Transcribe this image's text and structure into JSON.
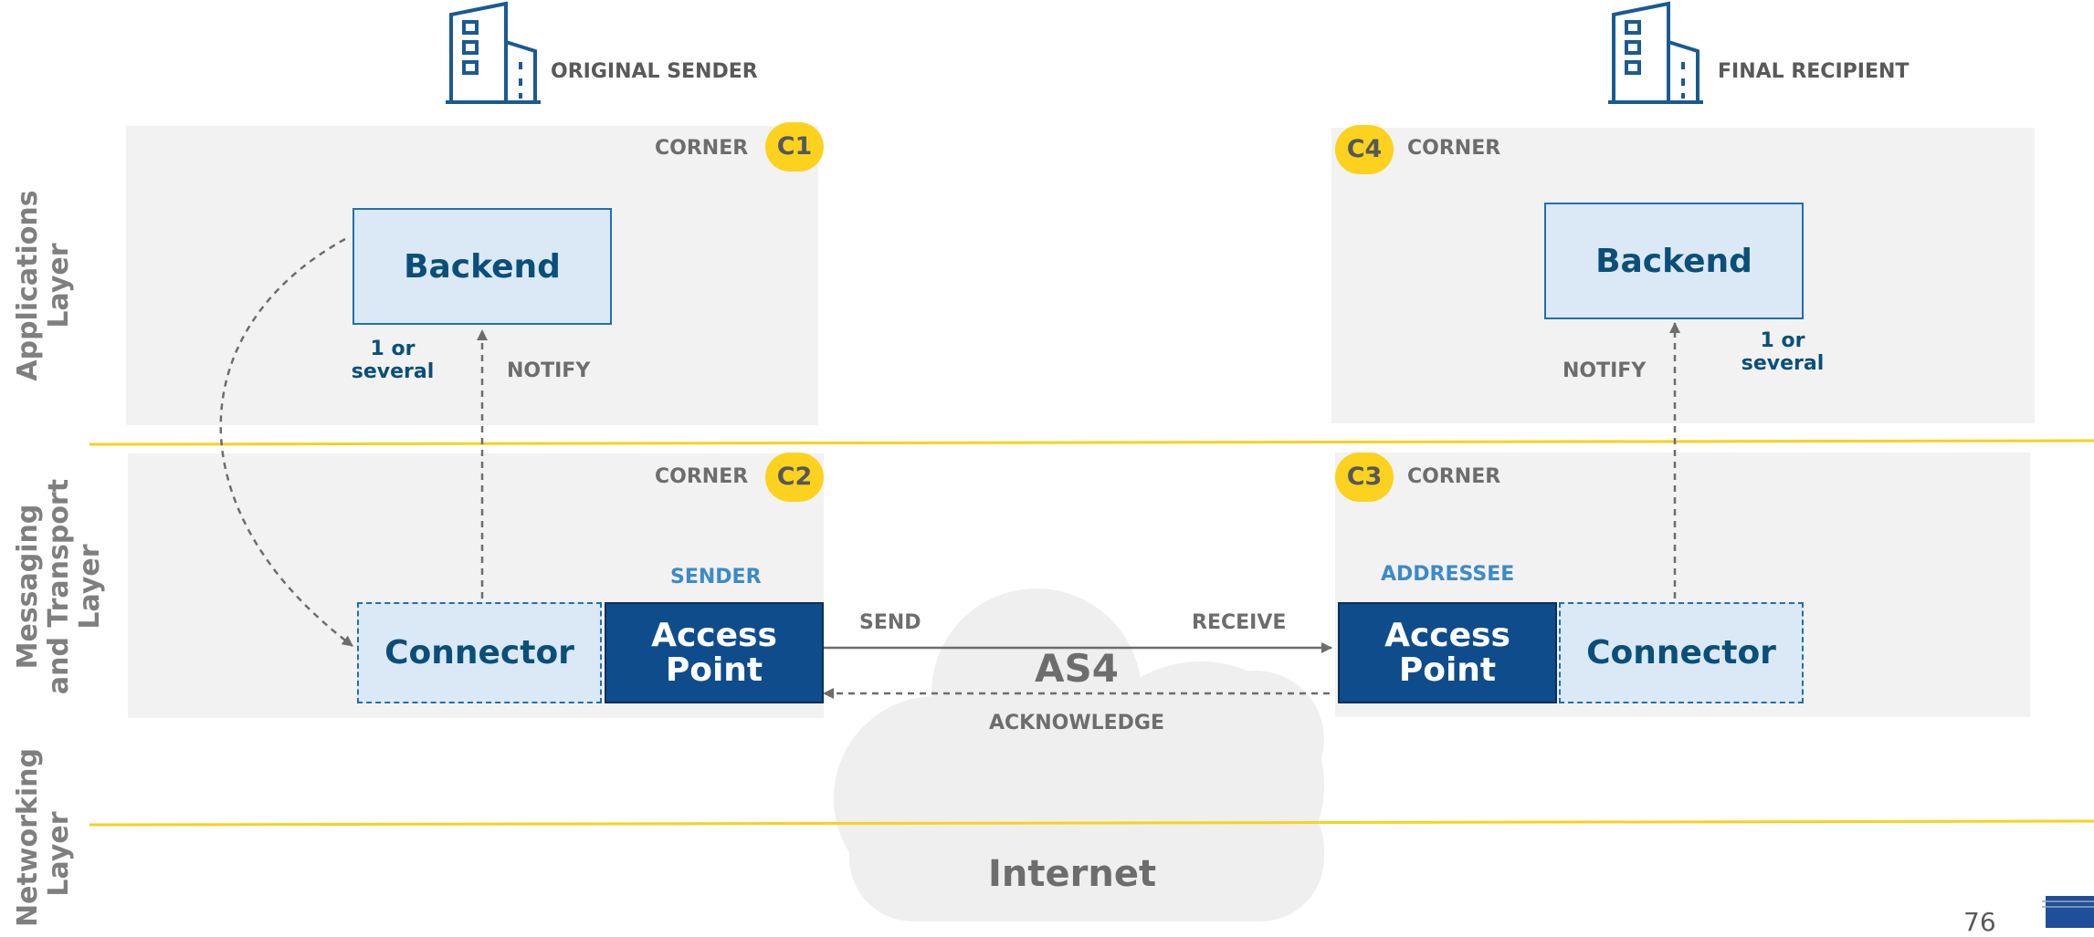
{
  "layers": {
    "applications": "Applications Layer",
    "messaging": "Messaging and Transport Layer",
    "networking": "Networking Layer"
  },
  "sender_side": {
    "building_label": "ORIGINAL SENDER",
    "corner_label_1": "CORNER",
    "badge_1": "C1",
    "corner_label_2": "CORNER",
    "badge_2": "C2",
    "backend": "Backend",
    "multiplicity": "1 or several",
    "notify": "NOTIFY",
    "role": "SENDER",
    "connector": "Connector",
    "access_point": "Access Point"
  },
  "recipient_side": {
    "building_label": "FINAL RECIPIENT",
    "corner_label_4": "CORNER",
    "badge_4": "C4",
    "corner_label_3": "CORNER",
    "badge_3": "C3",
    "backend": "Backend",
    "multiplicity": "1 or several",
    "notify": "NOTIFY",
    "role": "ADDRESSEE",
    "connector": "Connector",
    "access_point": "Access Point"
  },
  "exchange": {
    "send": "SEND",
    "receive": "RECEIVE",
    "protocol": "AS4",
    "acknowledge": "ACKNOWLEDGE",
    "network": "Internet"
  },
  "footer": {
    "page_number": "76"
  },
  "colors": {
    "zone_fill": "#f2f2f2",
    "layer_line": "#f7d21e",
    "badge": "#fcd21e",
    "access_point": "#0f4c8c",
    "light_box": "#dbe9f7",
    "box_border": "#1f6fb5",
    "dark_text": "#0b4f79",
    "role_text": "#3d8ac6",
    "gray_text": "#6d6d6d"
  },
  "icons": [
    "building-icon",
    "cloud-shape",
    "flag-logo"
  ]
}
